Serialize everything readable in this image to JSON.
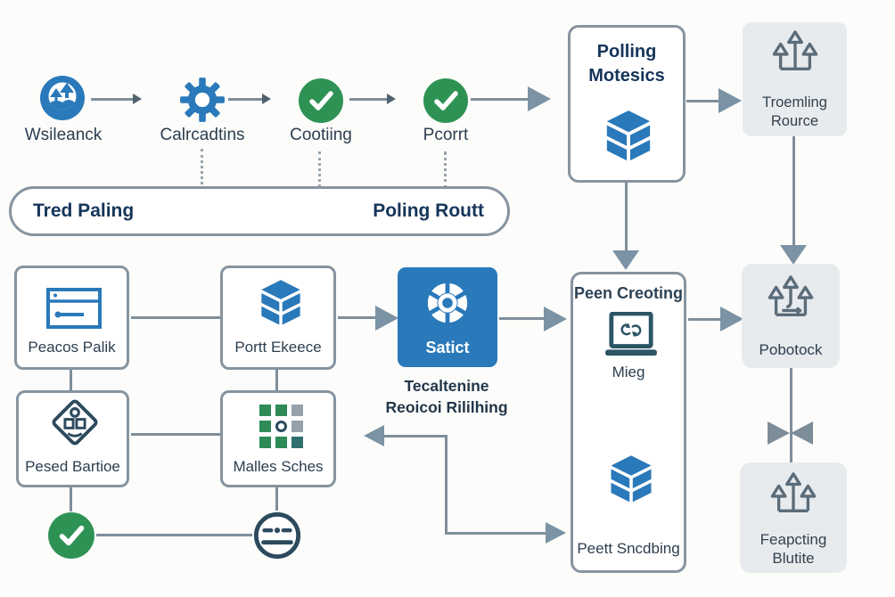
{
  "colors": {
    "accent_blue": "#2a79ba",
    "green": "#2e9254",
    "navy_title_text": "#16355a",
    "label_text": "#2c3e50",
    "connector_gray": "#7e8e9b",
    "arrowhead_gray": "#7b93a4",
    "gray_box_bg": "#e8ebee",
    "box_border_gray": "#8694a0",
    "icon_stroke_gray": "#5b6c7a",
    "icon_stroke_navy": "#2c4a5e"
  },
  "top_flow": {
    "steps": [
      {
        "label": "Wsileanck",
        "icon": "analytics-circle-icon"
      },
      {
        "label": "Calrcadtins",
        "icon": "gear-icon"
      },
      {
        "label": "Cootiing",
        "icon": "check-circle-icon"
      },
      {
        "label": "Pcorrt",
        "icon": "check-circle-icon"
      }
    ]
  },
  "pill_banner": {
    "left_label": "Tred Paling",
    "right_label": "Poling Routt"
  },
  "boxes": {
    "polling": {
      "title_line1": "Polling",
      "title_line2": "Motesics",
      "icon": "cube-stack-icon"
    },
    "troemling": {
      "label_line1": "Troemling",
      "label_line2": "Rource",
      "icon": "branch-up-arrows-icon"
    },
    "peacos": {
      "label": "Peacos Palik",
      "icon": "form-arrow-icon"
    },
    "portt": {
      "label": "Portt Ekeece",
      "icon": "cube-stack-icon"
    },
    "satict": {
      "label": "Satict",
      "icon": "wheel-icon",
      "caption_line1": "Tecaltenine",
      "caption_line2": "Reoicoi Rililhing"
    },
    "peen": {
      "title": "Peen Creoting",
      "laptop_label": "Mieg",
      "laptop_icon": "laptop-sync-icon",
      "bottom_label": "Peett Sncdbing",
      "bottom_icon": "cube-stack-icon"
    },
    "pobotock": {
      "label": "Pobotock",
      "icon": "merge-arrows-icon"
    },
    "feapcting": {
      "label_line1": "Feapcting",
      "label_line2": "Blutite",
      "icon": "branch-up-arrows-icon"
    },
    "pesed": {
      "label": "Pesed Bartioe",
      "icon": "diamond-reader-icon"
    },
    "malles": {
      "label": "Malles Sches",
      "icon": "grid-icon",
      "grid_cells": [
        {
          "shape": "square",
          "color": "#2e8b57"
        },
        {
          "shape": "square",
          "color": "#2e8b57"
        },
        {
          "shape": "square",
          "color": "#97a1ab"
        },
        {
          "shape": "square",
          "color": "#2e8b57"
        },
        {
          "shape": "circle",
          "color": "#2c4a5e"
        },
        {
          "shape": "square",
          "color": "#97a1ab"
        },
        {
          "shape": "square",
          "color": "#2e8b57"
        },
        {
          "shape": "square",
          "color": "#2e8b57"
        },
        {
          "shape": "square",
          "color": "#2f6f6d"
        }
      ]
    }
  }
}
